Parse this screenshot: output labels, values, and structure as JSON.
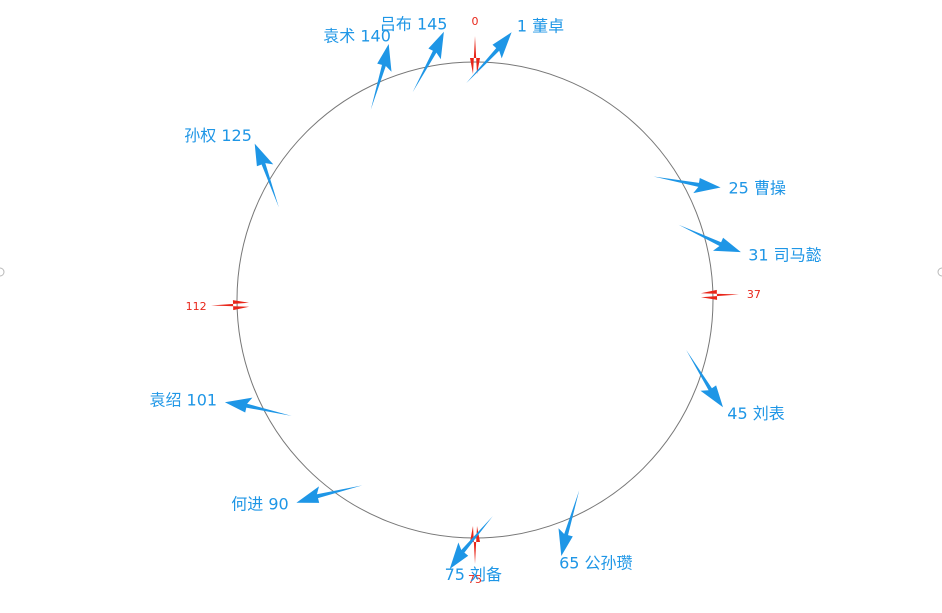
{
  "ring": {
    "max": 150,
    "ticks": [
      {
        "value": 0,
        "label": "0"
      },
      {
        "value": 37,
        "label": "37"
      },
      {
        "value": 75,
        "label": "75"
      },
      {
        "value": 112,
        "label": "112"
      }
    ],
    "tick_color": "#e8261a",
    "node_color": "#1e96e6",
    "nodes": [
      {
        "id": "dongzhuo",
        "value": 1,
        "text": "1 董卓"
      },
      {
        "id": "caocao",
        "value": 25,
        "text": "25 曹操"
      },
      {
        "id": "simayi",
        "value": 31,
        "text": "31 司马懿"
      },
      {
        "id": "liubiao",
        "value": 45,
        "text": "45 刘表"
      },
      {
        "id": "gongsunzan",
        "value": 65,
        "text": "65 公孙瓒"
      },
      {
        "id": "liubei",
        "value": 75,
        "text": "75 刘备"
      },
      {
        "id": "hejin",
        "value": 90,
        "text": "何进 90"
      },
      {
        "id": "yuanshao",
        "value": 101,
        "text": "袁绍 101"
      },
      {
        "id": "sunquan",
        "value": 125,
        "text": "孙权 125"
      },
      {
        "id": "yuanshu",
        "value": 140,
        "text": "袁术 140"
      },
      {
        "id": "lvbu",
        "value": 145,
        "text": "吕布 145"
      }
    ]
  }
}
